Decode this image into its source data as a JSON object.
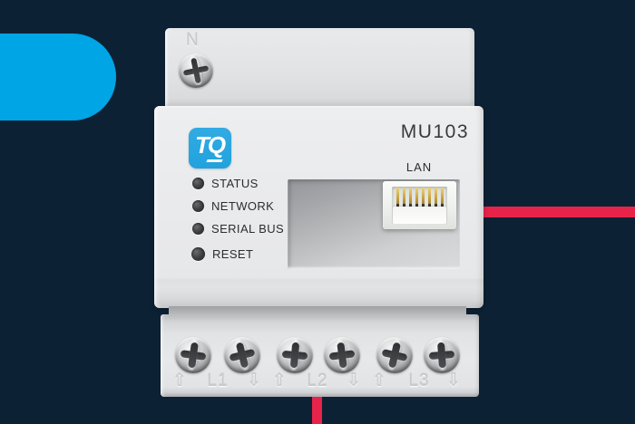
{
  "scene": {
    "background_color": "#0d2134",
    "accent_blue": "#00a5e5",
    "accent_red": "#e8234a"
  },
  "device": {
    "brand": "TQ",
    "model": "MU103",
    "neutral_terminal_label": "N",
    "lan_port_label": "LAN",
    "status_leds": [
      {
        "label": "STATUS"
      },
      {
        "label": "NETWORK"
      },
      {
        "label": "SERIAL BUS"
      }
    ],
    "reset_button_label": "RESET",
    "phase_terminals": [
      {
        "label": "L1"
      },
      {
        "label": "L2"
      },
      {
        "label": "L3"
      }
    ],
    "arrow_in_icon": "⇧",
    "arrow_out_icon": "⇩"
  }
}
